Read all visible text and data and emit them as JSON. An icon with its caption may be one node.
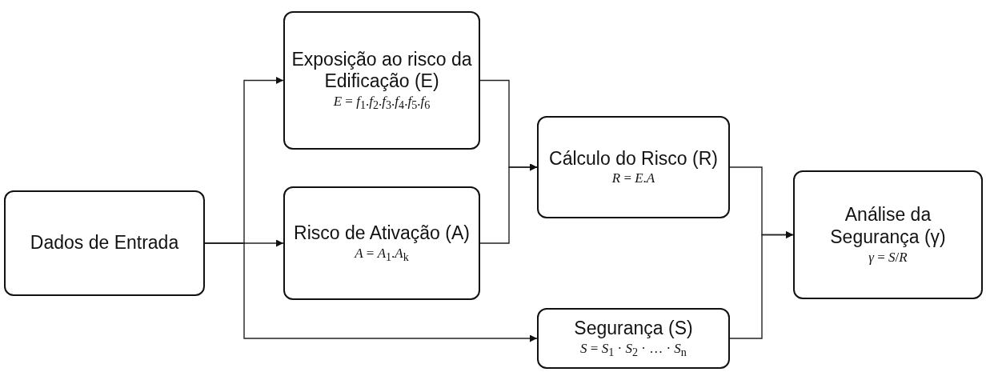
{
  "diagram": {
    "nodes": [
      {
        "text": [
          "Dados de Entrada"
        ]
      },
      {
        "text": [
          "Exposição ao risco da Edificação (E)",
          "*E* =  *f*$_{1}$.*f*$_{2}$.*f*$_{3}$.*f*$_{4}$.*f*$_{5}$.*f*$_{6}$"
        ]
      },
      {
        "text": [
          "Risco de Ativação (A)",
          "*A* =  *A*$_{1}$.*A*$_{k}$"
        ]
      },
      {
        "text": [
          "Cálculo do Risco (R)",
          "*R* = *E*.*A*"
        ]
      },
      {
        "text": [
          "Segurança (S)",
          "*S* =  *S*$_{1}$ · *S*$_{2}$ · … · *S*$_{n}$"
        ]
      },
      {
        "text": [
          "Análise da Segurança (γ)",
          "*γ* = *S*/*R*"
        ]
      }
    ],
    "edges": [
      {
        "from": 0,
        "to": 1,
        "arrow": "to"
      },
      {
        "from": 0,
        "to": 2,
        "arrow": "to"
      },
      {
        "from": 0,
        "to": 4,
        "arrow": "to"
      },
      {
        "from": 1,
        "to": 3,
        "arrow": "to"
      },
      {
        "from": 2,
        "to": 3,
        "arrow": "to"
      },
      {
        "from": 3,
        "to": 5,
        "arrow": "to"
      },
      {
        "from": 4,
        "to": 5,
        "arrow": "to"
      }
    ]
  }
}
